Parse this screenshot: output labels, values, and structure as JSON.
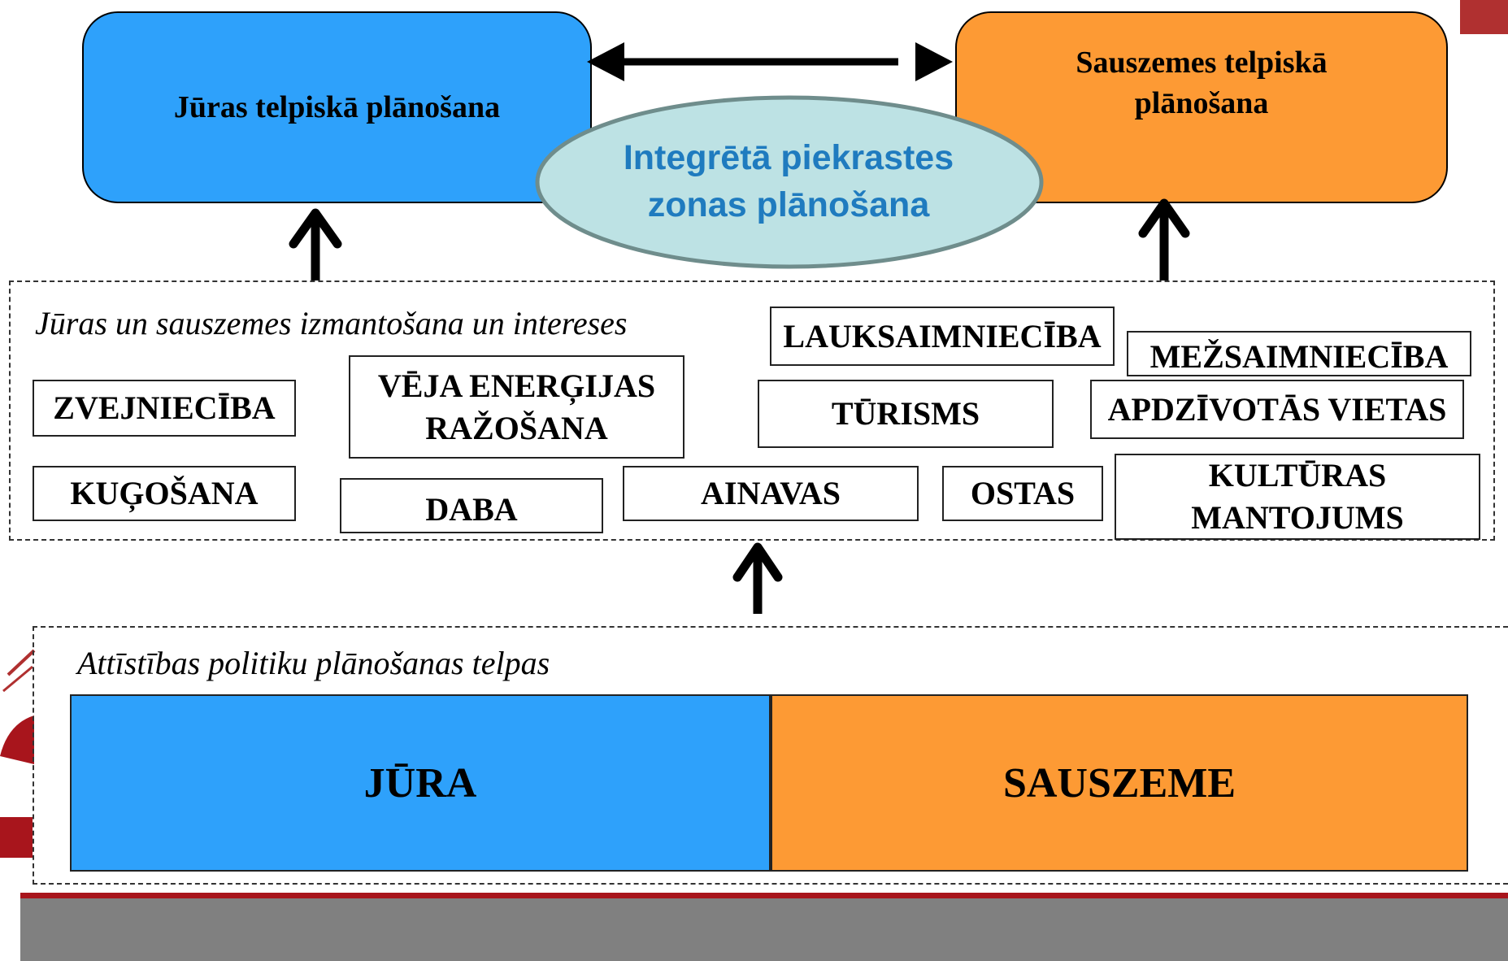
{
  "colors": {
    "sea": "#2ea1fb",
    "land": "#fd9a34",
    "ellipse_fill": "#bde2e4",
    "ellipse_border": "#6f8d8c",
    "ellipse_text": "#1f7bbf",
    "footer_gray": "#808080",
    "footer_red": "#a8151c"
  },
  "top": {
    "sea_planning": "Jūras telpiskā plānošana",
    "land_planning": "Sauszemes telpiskā plānošana",
    "iczm": "Integrētā piekrastes zonas plānošana"
  },
  "uses": {
    "heading": "Jūras un sauszemes izmantošana un intereses",
    "items": {
      "agriculture": "LAUKSAIMNIECĪBA",
      "forestry": "MEŽSAIMNIECĪBA",
      "fishing": "ZVEJNIECĪBA",
      "wind_energy": "VĒJA ENERĢIJAS RAŽOŠANA",
      "tourism": "TŪRISMS",
      "settlements": "APDZĪVOTĀS VIETAS",
      "shipping": "KUĢOŠANA",
      "nature": "DABA",
      "landscapes": "AINAVAS",
      "ports": "OSTAS",
      "cultural_heritage": "KULTŪRAS MANTOJUMS"
    }
  },
  "policy": {
    "heading": "Attīstības politiku plānošanas telpas",
    "sea": "JŪRA",
    "land": "SAUSZEME"
  }
}
